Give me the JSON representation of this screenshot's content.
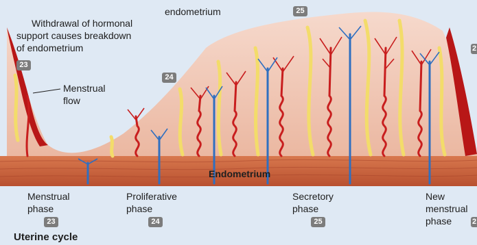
{
  "diagram": {
    "cycle_title": "Uterine cycle",
    "top_label": "endometrium",
    "breakdown_line1": "Withdrawal of hormonal",
    "breakdown_line2": "support causes breakdown",
    "breakdown_line3": "of endometrium",
    "flow_line1": "Menstrual",
    "flow_line2": "flow",
    "endometrium_label": "Endometrium",
    "steps": {
      "menstrual": "23",
      "proliferative": "24",
      "secretory": "25",
      "cut": "2"
    },
    "phases": {
      "menstrual": [
        "Menstrual",
        "phase"
      ],
      "proliferative": [
        "Proliferative",
        "phase"
      ],
      "secretory": [
        "Secretory",
        "phase"
      ],
      "new": [
        "New",
        "menstrual",
        "phase"
      ]
    },
    "colors": {
      "background": "#dfe9f4",
      "functional_layer": "#f0c7b6",
      "basal_layer": "#c9603b",
      "artery": "#c81e1e",
      "vein": "#2f6fc0",
      "gland": "#f3dc6a",
      "badge": "#7c7c7c"
    }
  }
}
